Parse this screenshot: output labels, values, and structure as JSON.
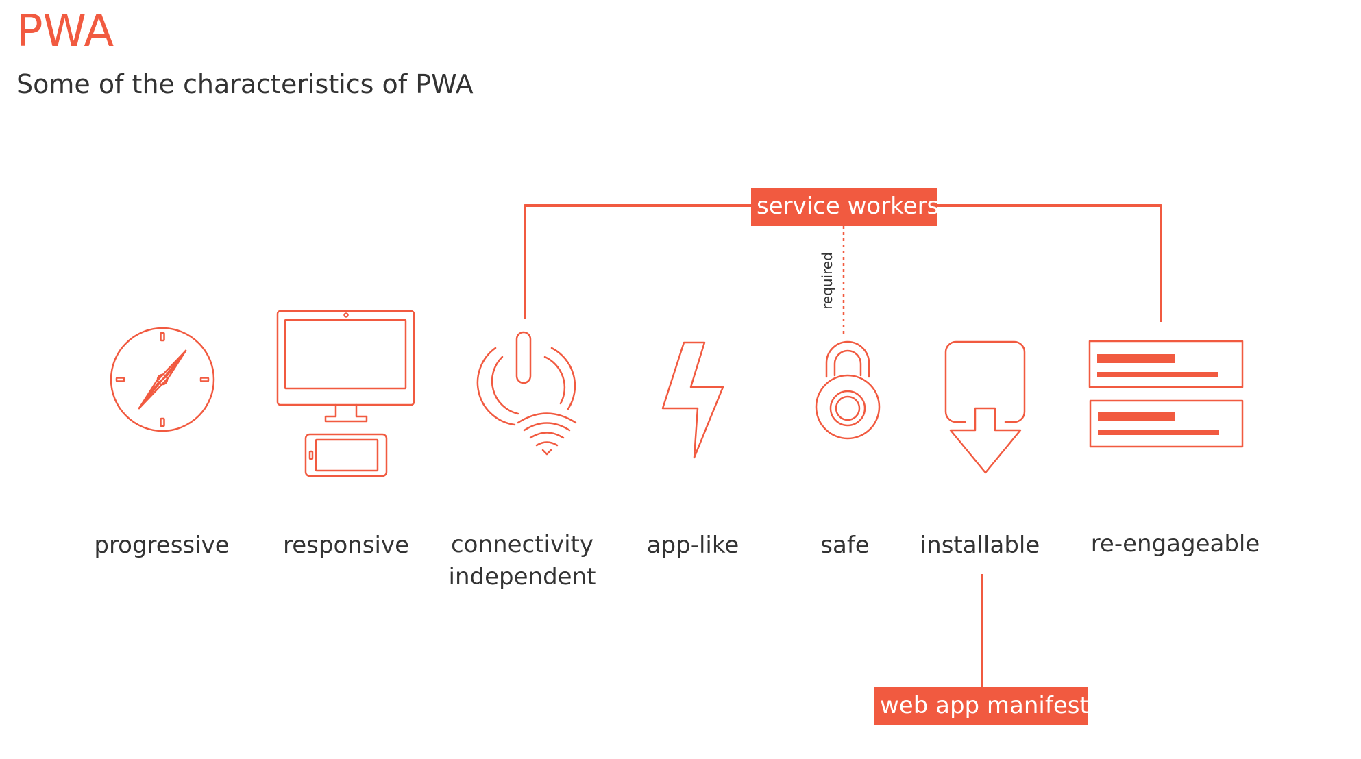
{
  "title": "PWA",
  "subtitle": "Some of the characteristics of PWA",
  "characteristics": [
    {
      "label": "progressive",
      "icon": "compass-icon"
    },
    {
      "label": "responsive",
      "icon": "monitor-phone-icon"
    },
    {
      "label": "connectivity\nindependent",
      "icon": "power-wifi-icon"
    },
    {
      "label": "app-like",
      "icon": "lightning-icon"
    },
    {
      "label": "safe",
      "icon": "padlock-icon"
    },
    {
      "label": "installable",
      "icon": "install-arrow-icon"
    },
    {
      "label": "re-engageable",
      "icon": "notification-cards-icon"
    }
  ],
  "tags": {
    "service_workers": "service workers",
    "web_app_manifest": "web app manifest"
  },
  "connector_label": "required",
  "colors": {
    "accent": "#f15a40",
    "text": "#333333"
  }
}
